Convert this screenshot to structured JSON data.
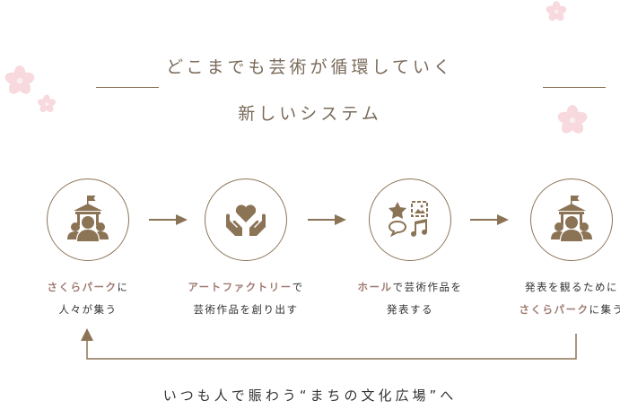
{
  "title": {
    "line1": "どこまでも芸術が循環していく",
    "line2": "新しいシステム"
  },
  "steps": [
    {
      "icon": "park-people-icon",
      "highlight": "さくらパーク",
      "text1": "に",
      "line2": "人々が集う"
    },
    {
      "icon": "heart-hands-icon",
      "highlight": "アートファクトリー",
      "text1": "で",
      "line2": "芸術作品を創り出す"
    },
    {
      "icon": "media-icons",
      "highlight": "ホール",
      "text1": "で芸術作品を",
      "line2": "発表する"
    },
    {
      "icon": "park-people-icon",
      "line1": "発表を観るために",
      "highlight": "さくらパーク",
      "text2": "に集う"
    }
  ],
  "bottom": "いつも人で賑わう“まちの文化広場”へ",
  "colors": {
    "accent": "#8b7355",
    "highlight": "#a07a72",
    "sakura": "#f6d7dd"
  }
}
